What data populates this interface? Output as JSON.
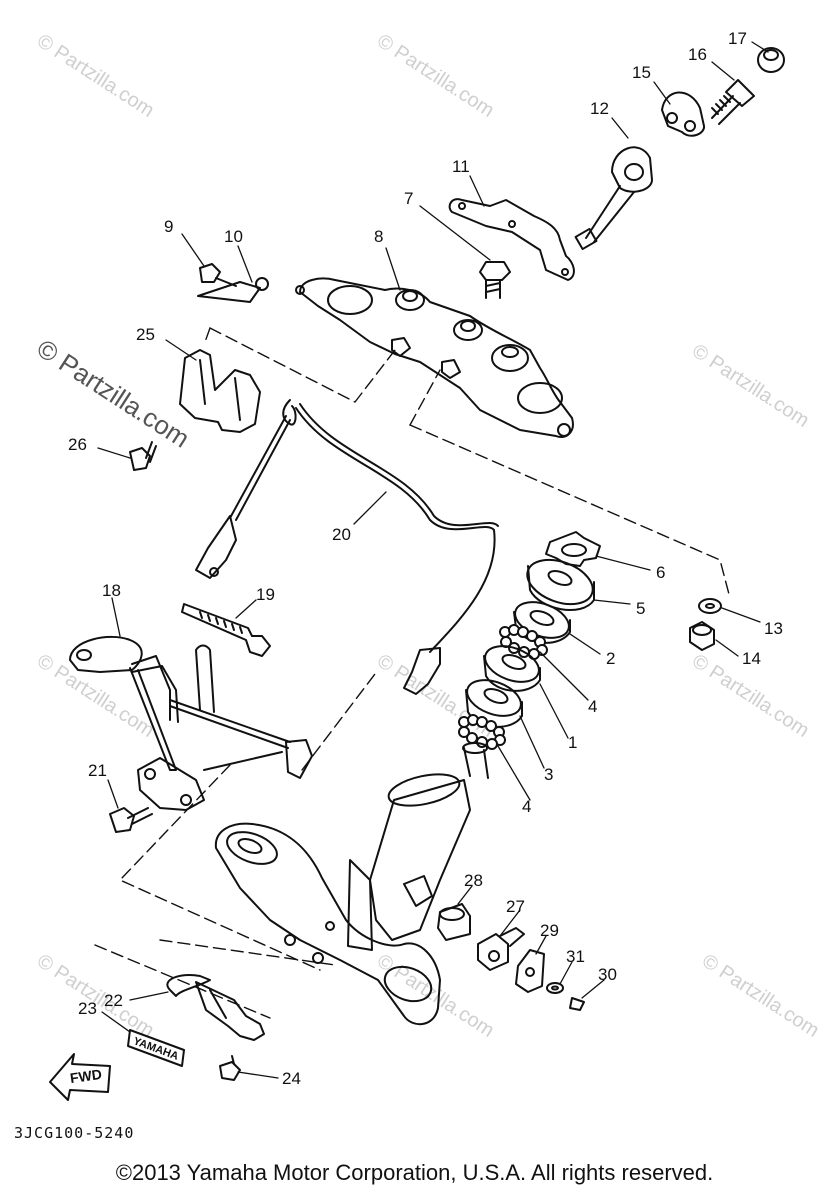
{
  "diagram": {
    "drawing_code": "3JCG100-5240",
    "copyright": "©2013 Yamaha Motor Corporation, U.S.A. All rights reserved.",
    "watermark_text": "© Partzilla.com",
    "badge_fwd": "FWD",
    "badge_yamaha": "YAMAHA",
    "callouts": [
      "17",
      "16",
      "15",
      "12",
      "11",
      "7",
      "8",
      "9",
      "10",
      "25",
      "26",
      "20",
      "6",
      "5",
      "13",
      "2",
      "14",
      "4",
      "1",
      "3",
      "4",
      "18",
      "19",
      "21",
      "28",
      "27",
      "29",
      "31",
      "30",
      "22",
      "23",
      "24"
    ]
  }
}
